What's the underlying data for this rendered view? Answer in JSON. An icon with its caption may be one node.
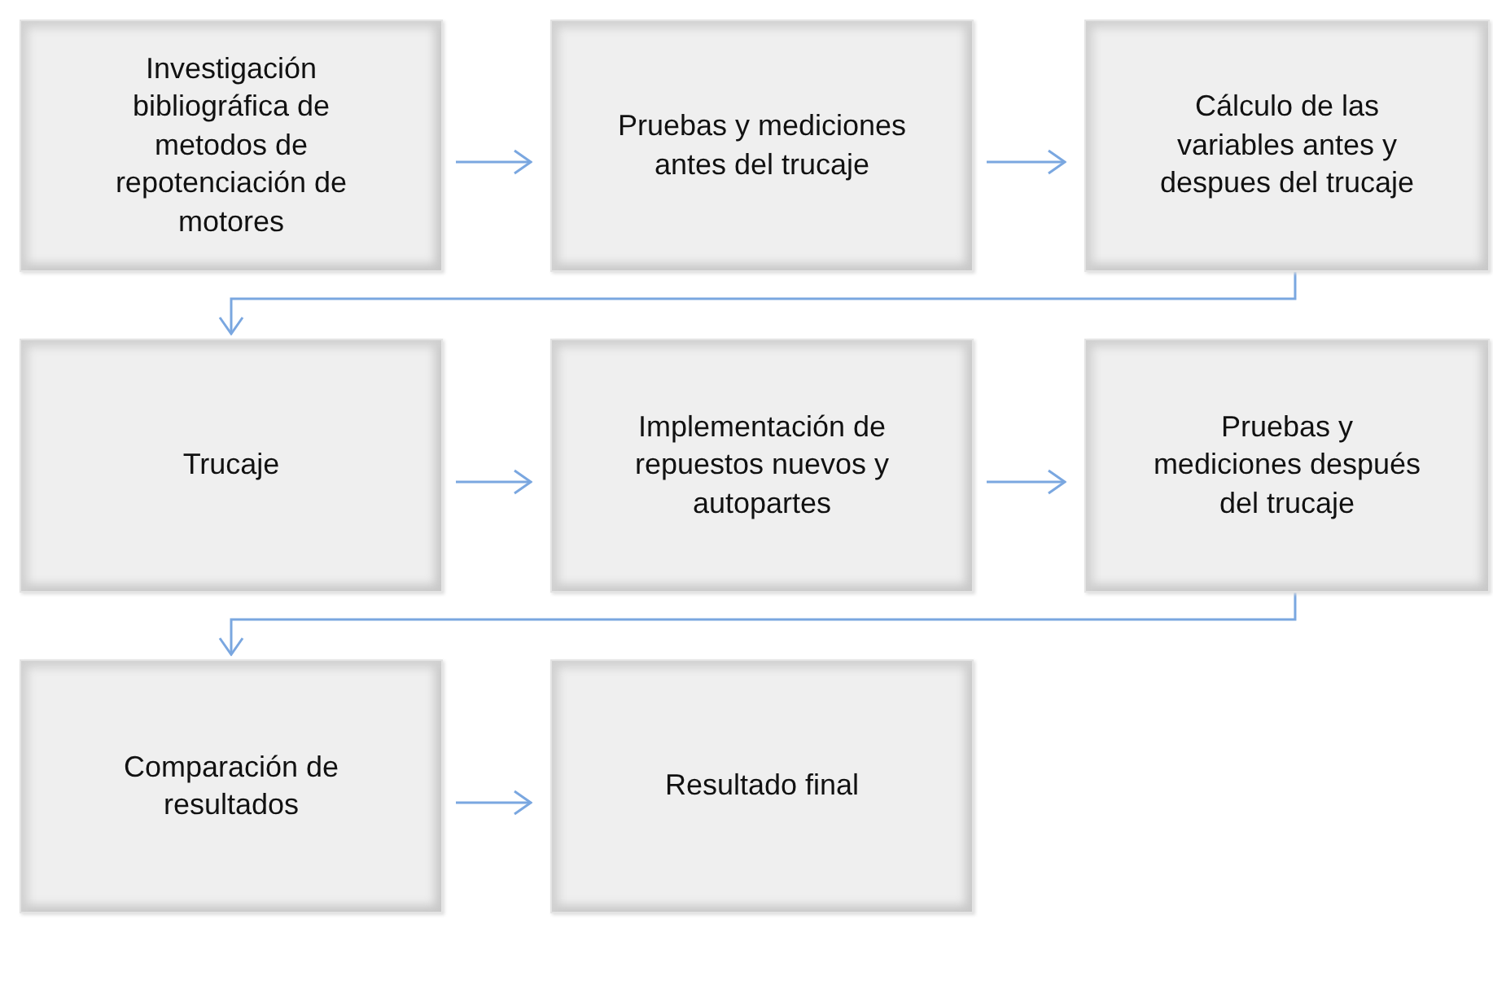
{
  "diagram": {
    "nodes": [
      {
        "text": [
          "Investigación bibliográfica de metodos de repotenciación de motores"
        ]
      },
      {
        "text": [
          "Pruebas y mediciones antes del trucaje"
        ]
      },
      {
        "text": [
          "Cálculo de las variables antes y despues del trucaje"
        ]
      },
      {
        "text": [
          "Trucaje"
        ]
      },
      {
        "text": [
          "Implementación de repuestos nuevos y autopartes"
        ]
      },
      {
        "text": [
          "Pruebas y mediciones después del trucaje"
        ]
      },
      {
        "text": [
          "Comparación de resultados"
        ]
      },
      {
        "text": [
          "Resultado final"
        ]
      }
    ],
    "edges": [
      {
        "from": 0,
        "to": 1,
        "arrow": "to"
      },
      {
        "from": 1,
        "to": 2,
        "arrow": "to"
      },
      {
        "from": 2,
        "to": 3,
        "arrow": "to"
      },
      {
        "from": 3,
        "to": 4,
        "arrow": "to"
      },
      {
        "from": 4,
        "to": 5,
        "arrow": "to"
      },
      {
        "from": 5,
        "to": 6,
        "arrow": "to"
      },
      {
        "from": 6,
        "to": 7,
        "arrow": "to"
      }
    ]
  }
}
